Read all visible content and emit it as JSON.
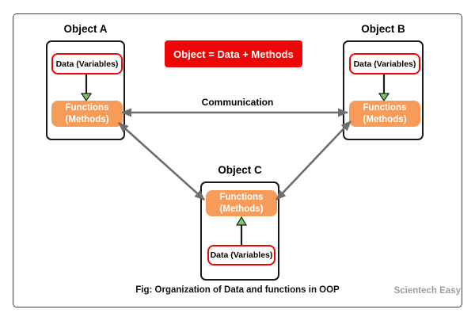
{
  "banner": {
    "text": "Object = Data + Methods"
  },
  "objects": [
    {
      "title": "Object A",
      "data_label": "Data (Variables)",
      "functions_line1": "Functions",
      "functions_line2": "(Methods)",
      "data_position": "top"
    },
    {
      "title": "Object B",
      "data_label": "Data (Variables)",
      "functions_line1": "Functions",
      "functions_line2": "(Methods)",
      "data_position": "top"
    },
    {
      "title": "Object C",
      "data_label": "Data (Variables)",
      "functions_line1": "Functions",
      "functions_line2": "(Methods)",
      "data_position": "bottom"
    }
  ],
  "communication_label": "Communication",
  "caption": "Fig: Organization of Data and functions in OOP",
  "watermark": "Scientech Easy",
  "colors": {
    "red": "#ee0505",
    "orange": "#f79b59",
    "green": "#7cc95c",
    "arrow_gray": "#6e6e6e",
    "frame_gray": "#404040",
    "watermark_gray": "#9e9e9e"
  }
}
